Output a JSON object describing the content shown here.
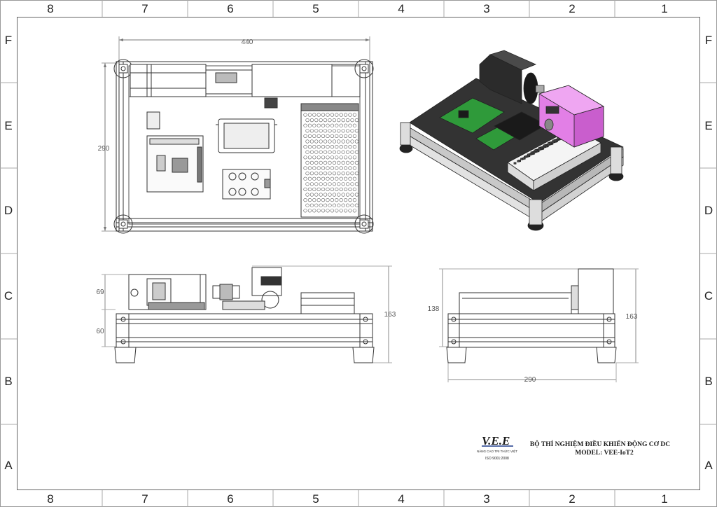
{
  "zones": {
    "columns": [
      "8",
      "7",
      "6",
      "5",
      "4",
      "3",
      "2",
      "1"
    ],
    "rows": [
      "F",
      "E",
      "D",
      "C",
      "B",
      "A"
    ]
  },
  "dimensions": {
    "top_width": "440",
    "top_depth": "290",
    "front_upper": "69",
    "front_lower": "60",
    "front_total": "163",
    "side_height": "138",
    "side_total": "163",
    "side_depth": "290"
  },
  "title_block": {
    "logo_text": "V.E.E",
    "logo_subtitle": "NĂNG CAO TRI THỨC VIỆT",
    "logo_iso": "ISO 9001:2008",
    "title": "BỘ THÍ NGHIỆM ĐIỀU KHIỂN ĐỘNG CƠ DC",
    "model": "MODEL: VEE-IoT2"
  },
  "colors": {
    "line": "#333333",
    "pcb_green": "#2f9a3a",
    "housing_pink": "#e27fe6",
    "logo_red": "#c01818",
    "logo_blue": "#1d3a8c"
  }
}
